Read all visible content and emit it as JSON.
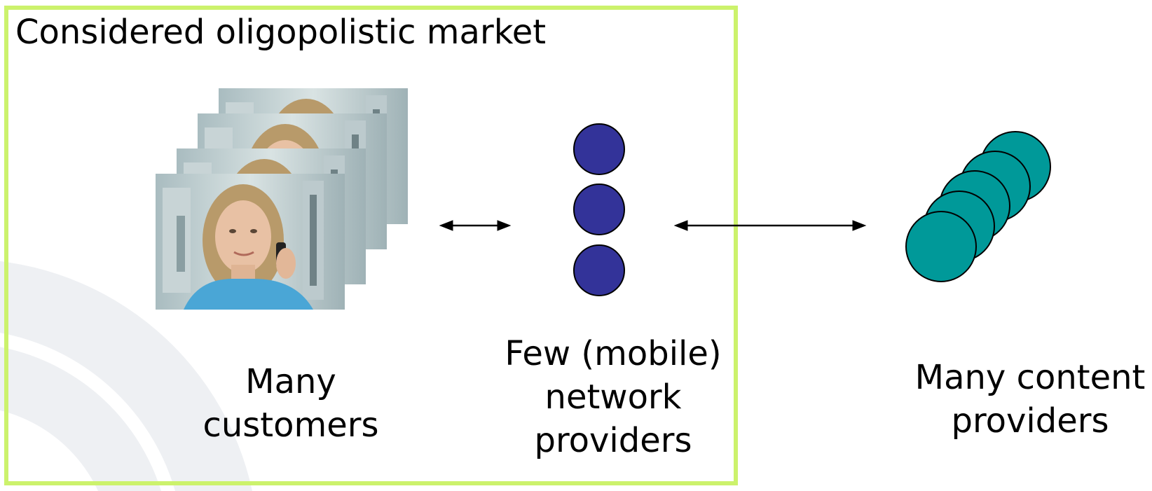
{
  "market_title": "Considered oligopolistic market",
  "customers": {
    "lines": [
      "Many",
      "customers"
    ]
  },
  "network_providers": {
    "lines": [
      "Few (mobile)",
      "network",
      "providers"
    ]
  },
  "content_providers": {
    "lines": [
      "Many content",
      "providers"
    ]
  },
  "colors": {
    "box_border": "#ccf26c",
    "network_node": "#333399",
    "content_node": "#009999",
    "arrow": "#000000",
    "background_arc": "#e6e9ee"
  },
  "icons": [
    "customer-photo",
    "network-provider-node",
    "content-provider-node",
    "bidirectional-arrow"
  ]
}
